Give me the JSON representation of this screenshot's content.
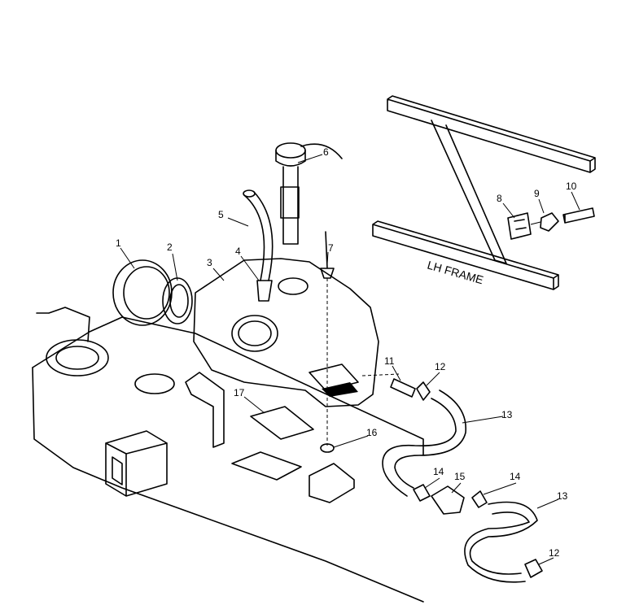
{
  "diagram": {
    "frame_label": "LH FRAME",
    "callouts": [
      {
        "id": "1"
      },
      {
        "id": "2"
      },
      {
        "id": "3"
      },
      {
        "id": "4"
      },
      {
        "id": "5"
      },
      {
        "id": "6"
      },
      {
        "id": "7"
      },
      {
        "id": "8"
      },
      {
        "id": "9"
      },
      {
        "id": "10"
      },
      {
        "id": "11"
      },
      {
        "id": "12"
      },
      {
        "id": "13"
      },
      {
        "id": "14"
      },
      {
        "id": "15"
      },
      {
        "id": "14"
      },
      {
        "id": "16"
      },
      {
        "id": "17"
      },
      {
        "id": "13"
      },
      {
        "id": "12"
      }
    ]
  }
}
